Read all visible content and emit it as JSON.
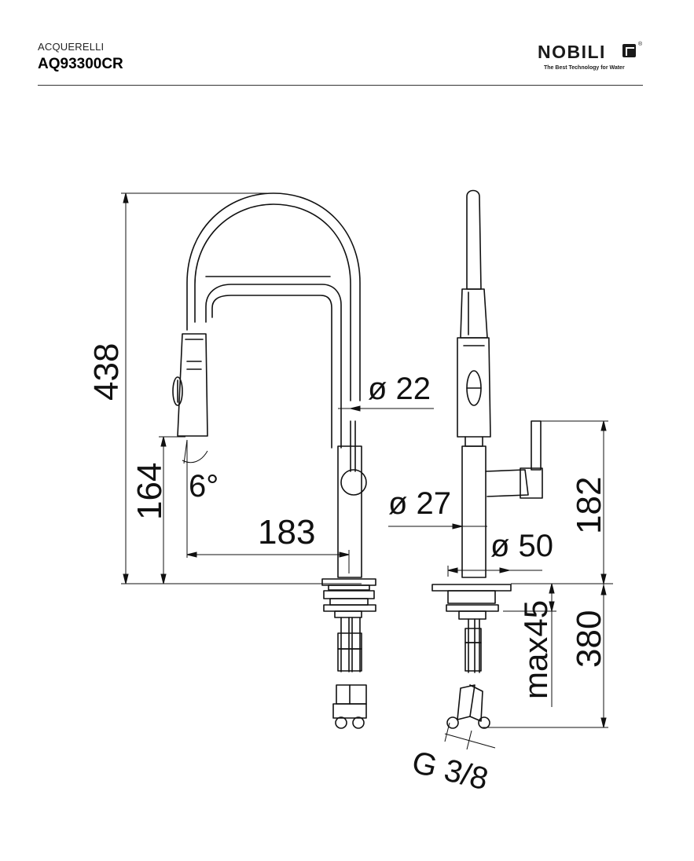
{
  "header": {
    "collection": "ACQUERELLI",
    "model": "AQ93300CR"
  },
  "logo": {
    "brand": "NOBILI",
    "registered": "®",
    "tagline": "The Best Technology for Water"
  },
  "dimensions": {
    "total_height": "438",
    "spout_height": "164",
    "spray_angle": "6°",
    "reach": "183",
    "hose_diameter": "ø 22",
    "body_diameter": "ø 27",
    "base_diameter": "ø 50",
    "lever_height": "182",
    "hose_length": "380",
    "max_deck": "max45",
    "connection": "G 3/8"
  },
  "colors": {
    "line": "#111111"
  }
}
